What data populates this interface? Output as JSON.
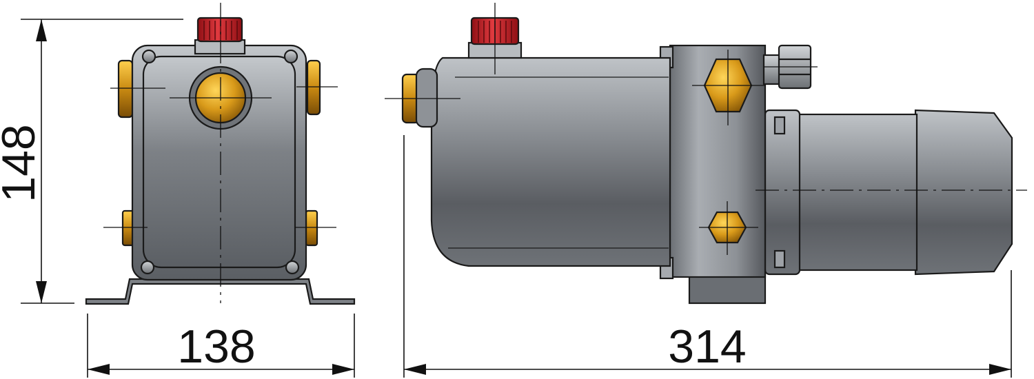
{
  "dimensions": {
    "height": "148",
    "front_width": "138",
    "side_length": "314"
  },
  "colors": {
    "body_dark": "#5b5e63",
    "body_light": "#b9bdc2",
    "cap_red": "#c81e24",
    "fitting_brass": "#c98a12",
    "outline": "#1a1a1a"
  }
}
